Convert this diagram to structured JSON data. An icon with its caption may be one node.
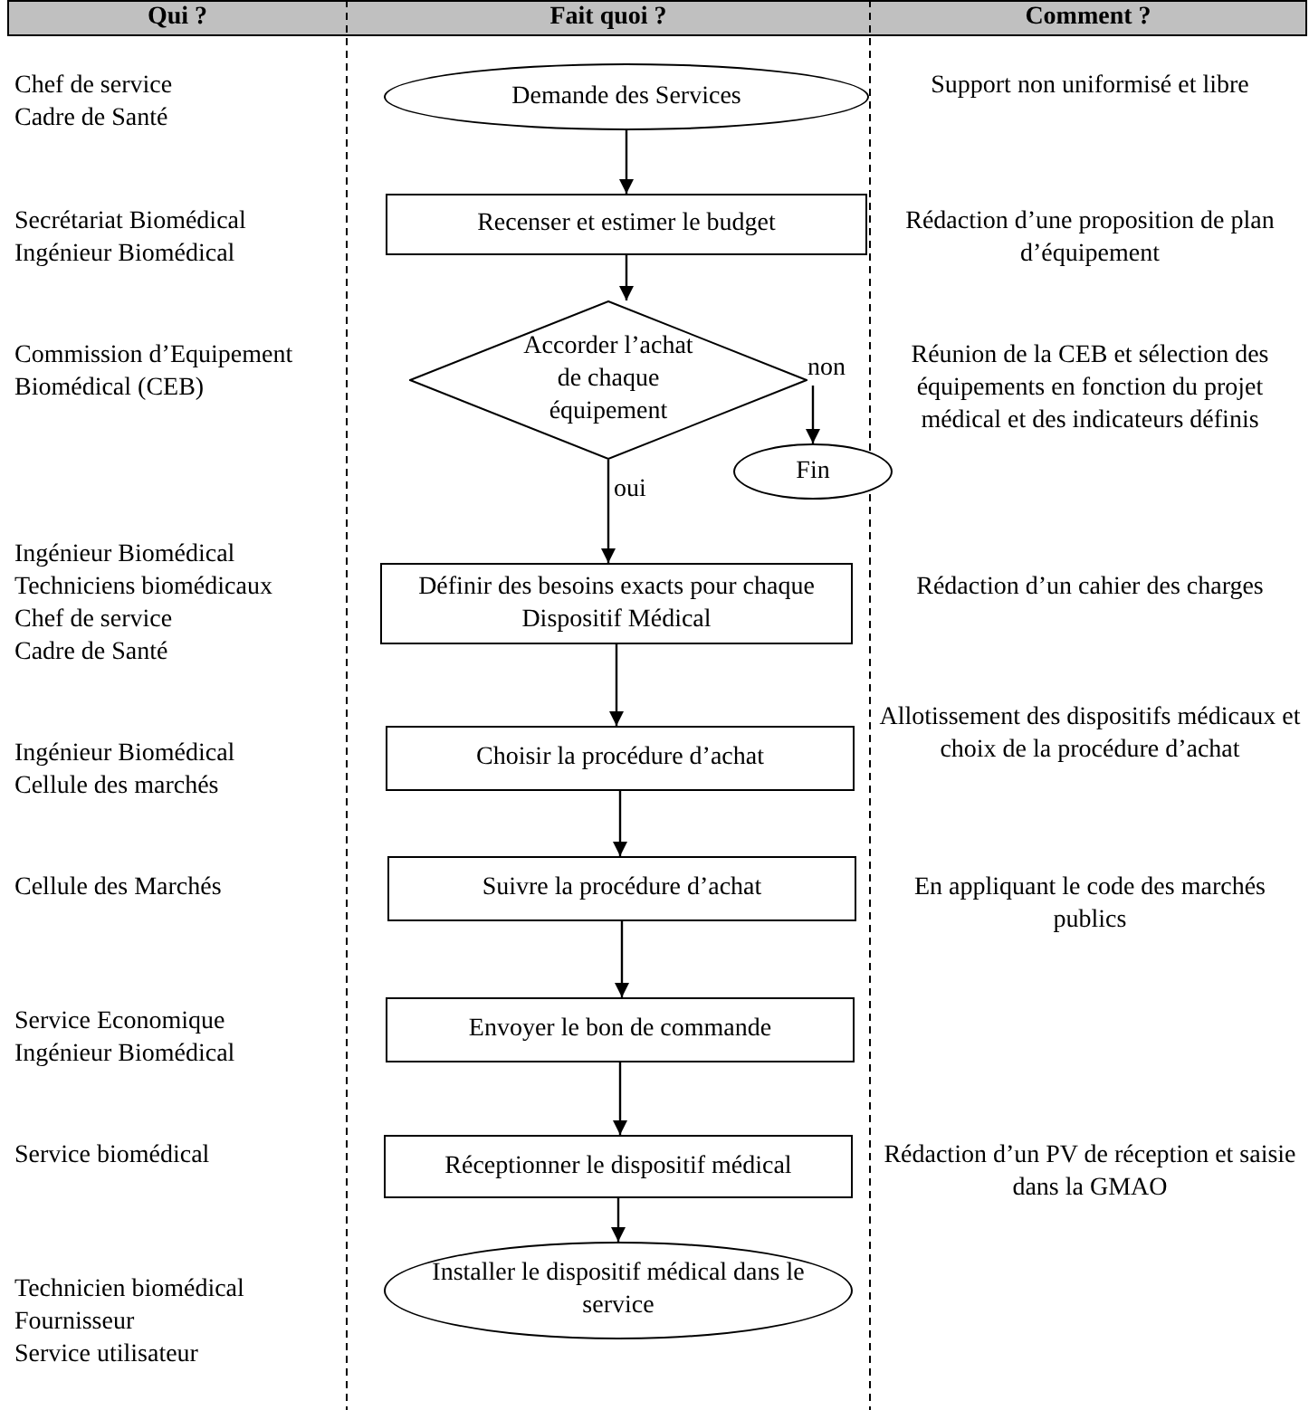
{
  "diagram": {
    "nodes": [
      {
        "text": [
          "Demande des Services"
        ]
      },
      {
        "text": [
          "Recenser et estimer le budget"
        ]
      },
      {
        "text": [
          "Accorder l’achat de chaque équipement"
        ]
      },
      {
        "text": [
          "Fin"
        ]
      },
      {
        "text": [
          "Définir des besoins exacts pour chaque Dispositif Médical"
        ]
      },
      {
        "text": [
          "Choisir la procédure d’achat"
        ]
      },
      {
        "text": [
          "Suivre la procédure d’achat"
        ]
      },
      {
        "text": [
          "Envoyer le bon de commande"
        ]
      },
      {
        "text": [
          "Réceptionner le dispositif médical"
        ]
      },
      {
        "text": [
          "Installer le dispositif médical dans le service"
        ]
      }
    ],
    "edges": [
      {
        "from": 0,
        "to": 1,
        "arrow": "to"
      },
      {
        "from": 1,
        "to": 2,
        "arrow": "to"
      },
      {
        "from": 2,
        "to": 3,
        "arrow": "to",
        "label": "non"
      },
      {
        "from": 2,
        "to": 4,
        "arrow": "to",
        "label": "oui"
      },
      {
        "from": 4,
        "to": 5,
        "arrow": "to"
      },
      {
        "from": 5,
        "to": 6,
        "arrow": "to"
      },
      {
        "from": 6,
        "to": 7,
        "arrow": "to"
      },
      {
        "from": 7,
        "to": 8,
        "arrow": "to"
      },
      {
        "from": 8,
        "to": 9,
        "arrow": "to"
      }
    ],
    "labels": [
      "Qui ?",
      "Fait quoi ?",
      "Comment ?",
      "Chef de service",
      "Cadre de Santé",
      "Support non uniformisé et libre",
      "Secrétariat Biomédical",
      "Ingénieur Biomédical",
      "Rédaction d’une proposition de plan d’équipement",
      "Commission d’Equipement Biomédical (CEB)",
      "Réunion de la CEB et sélection des équipements en fonction du projet médical et des indicateurs définis",
      "Ingénieur Biomédical",
      "Techniciens biomédicaux",
      "Chef de service",
      "Cadre de Santé",
      "Rédaction d’un cahier des charges",
      "Ingénieur Biomédical",
      "Cellule des marchés",
      "Allotissement des dispositifs médicaux et choix de la procédure d’achat",
      "Cellule des Marchés",
      "En appliquant le code des marchés publics",
      "Service Economique",
      "Ingénieur Biomédical",
      "Service biomédical",
      "Rédaction d’un PV de réception et saisie dans la GMAO",
      "Technicien biomédical",
      "Fournisseur",
      "Service utilisateur"
    ]
  }
}
